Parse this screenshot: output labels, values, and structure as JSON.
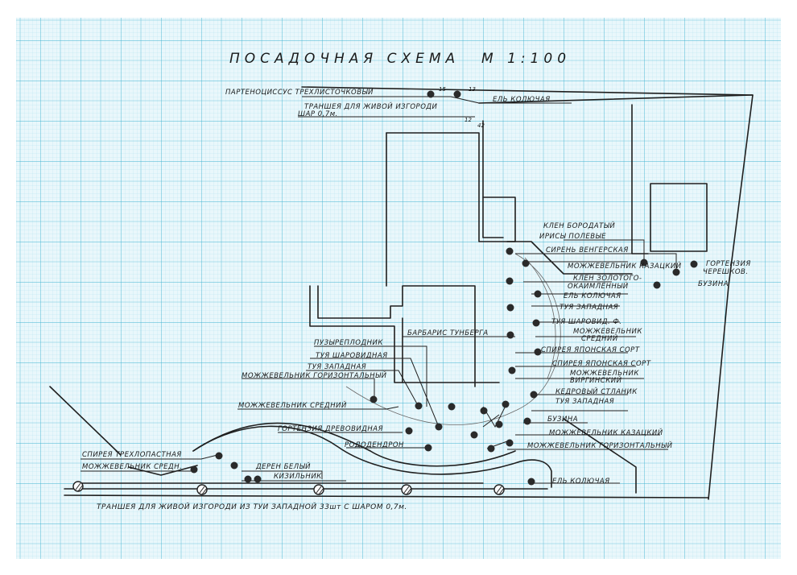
{
  "title": "ПОСАДОЧНАЯ СХЕМА",
  "scale": "М 1:100",
  "colors": {
    "grid_minor": "#a9dcea",
    "grid_major": "#4ab8d4",
    "paper": "#e6f6fb",
    "ink": "#1f1f1f"
  },
  "notes": {
    "top_hedge_line1": "ТРАНШЕЯ ДЛЯ ЖИВОЙ ИЗГОРОДИ",
    "top_hedge_line2": "ШАР 0,7м.",
    "bottom_hedge": "ТРАНШЕЯ ДЛЯ ЖИВОЙ ИЗГОРОДИ ИЗ ТУИ ЗАПАДНОЙ 33шт С ШАРОМ 0,7м.",
    "num_15": "15",
    "num_13": "13",
    "num_12": "12",
    "num_42": "42"
  },
  "labels": {
    "parthenocissus": "ПАРТЕНОЦИССУС ТРЕХЛИСТОЧКОВЫЙ",
    "el_kolyuchaya_top": "ЕЛЬ КОЛЮЧАЯ",
    "klen_borodaty": "КЛЕН БОРОДАТЫЙ",
    "iris_1": "ИРИСЫ ПОЛЕВЫЕ",
    "iris_2": "СИРЕНЬ ВЕНГЕРСКАЯ",
    "mozhzhevelnik_kazatsky": "МОЖЖЕВЕЛЬНИК КАЗАЦКИЙ",
    "klen_zolot": "КЛЕН ЗОЛОТОГО-",
    "klen_zolot_2": "ОКАЙМЛЕННЫЙ",
    "el_kolyuchaya_mid": "ЕЛЬ КОЛЮЧАЯ",
    "tuya_zapadnaya_1": "ТУЯ ЗАПАДНАЯ",
    "tuya_sharovid": "ТУЯ ШАРОВИД. Ф.",
    "mozh_srednii_1": "МОЖЖЕВЕЛЬНИК",
    "mozh_srednii_1b": "СРЕДНИЙ",
    "barbaris": "БАРБАРИС ТУНБЕРГА",
    "spirea_1": "СПИРЕЯ ЯПОНСКАЯ СОРТ",
    "spirea_2": "СПИРЕЯ ЯПОНСКАЯ СОРТ",
    "mozh_virg_1": "МОЖЖЕВЕЛЬНИК",
    "mozh_virg_2": "ВИРГИНСКИЙ",
    "khvoinik": "КЕДРОВЫЙ СТЛАНИК",
    "tuya_zapadnaya_2": "ТУЯ ЗАПАДНАЯ",
    "buzina_right": "БУЗИНА",
    "mozh_kazatsky_2": "МОЖЖЕВЕЛЬНИК КАЗАЦКИЙ",
    "mozh_gorizont_right": "МОЖЖЕВЕЛЬНИК ГОРИЗОНТАЛЬНЫЙ",
    "el_kolyuchaya_bottom": "ЕЛЬ КОЛЮЧАЯ",
    "puzyreplodnik": "ПУЗЫРЕПЛОДНИК",
    "tuya_sharovid_left": "ТУЯ ШАРОВИДНАЯ",
    "tuya_zap_left": "ТУЯ ЗАПАДНАЯ",
    "mozh_gorizont_left": "МОЖЖЕВЕЛЬНИК ГОРИЗОНТАЛЬНЫЙ",
    "mozh_srednii_left": "МОЖЖЕВЕЛЬНИК СРЕДНИЙ",
    "gortenziya": "ГОРТЕНЗИЯ ДРЕВОВИДНАЯ",
    "rododendron": "РОДОДЕНДРОН",
    "spirea_left": "СПИРЕЯ ТРЕХЛОПАСТНАЯ",
    "mozh_sredn_bot": "МОЖЖЕВЕЛЬНИК СРЕДН.",
    "deren": "ДЕРЕН БЕЛЫЙ",
    "kizilnik": "КИЗИЛЬНИК",
    "gortenziya_right_1": "ГОРТЕНЗИЯ",
    "gortenziya_right_2": "ЧЕРЕШКОВ.",
    "buzina_far": "БУЗИНА"
  }
}
